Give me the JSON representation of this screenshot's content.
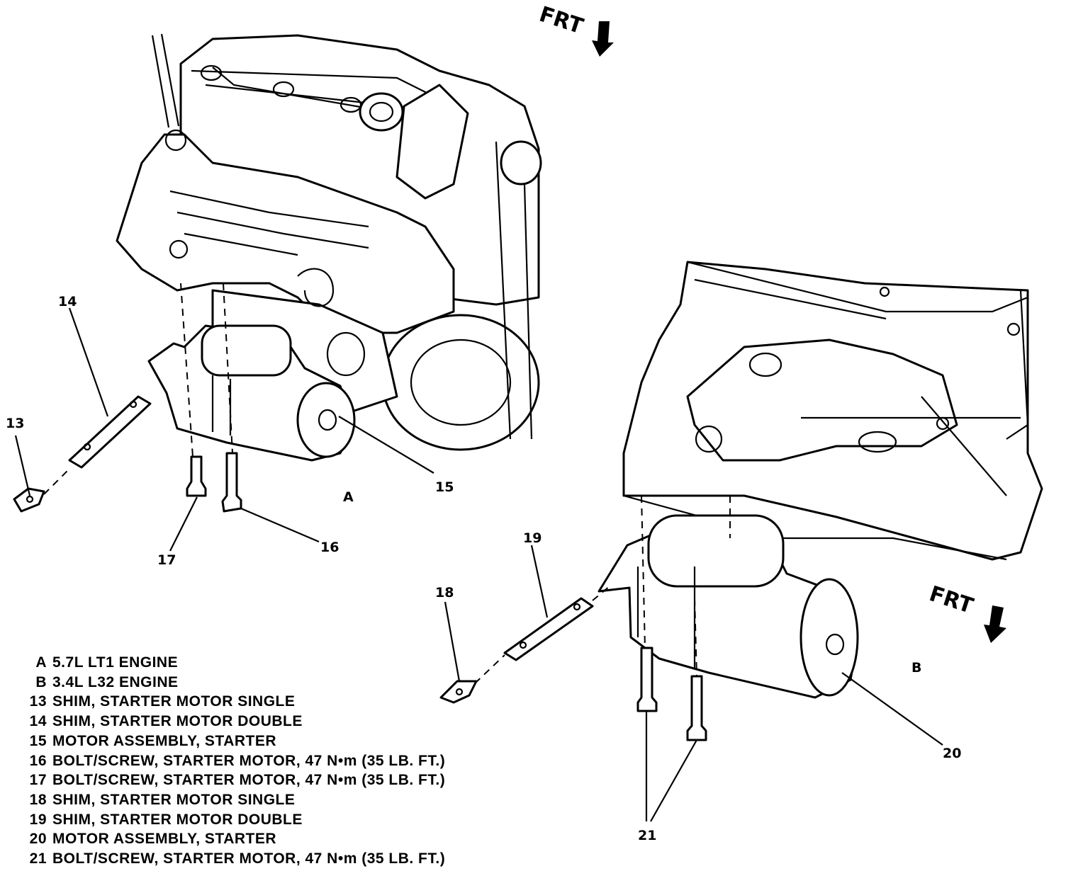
{
  "orientation": {
    "top": "FRT",
    "right": "FRT"
  },
  "views": {
    "a": "A",
    "b": "B"
  },
  "callouts": {
    "c13": "13",
    "c14": "14",
    "c15": "15",
    "c16": "16",
    "c17": "17",
    "c18": "18",
    "c19": "19",
    "c20": "20",
    "c21": "21"
  },
  "legend": [
    {
      "key": "A",
      "text": "5.7L LT1 ENGINE"
    },
    {
      "key": "B",
      "text": "3.4L L32 ENGINE"
    },
    {
      "key": "13",
      "text": "SHIM, STARTER MOTOR SINGLE"
    },
    {
      "key": "14",
      "text": "SHIM, STARTER MOTOR DOUBLE"
    },
    {
      "key": "15",
      "text": "MOTOR ASSEMBLY, STARTER"
    },
    {
      "key": "16",
      "text": "BOLT/SCREW, STARTER MOTOR, 47 N•m (35 LB. FT.)"
    },
    {
      "key": "17",
      "text": "BOLT/SCREW, STARTER MOTOR, 47 N•m (35 LB. FT.)"
    },
    {
      "key": "18",
      "text": "SHIM, STARTER MOTOR SINGLE"
    },
    {
      "key": "19",
      "text": "SHIM, STARTER MOTOR DOUBLE"
    },
    {
      "key": "20",
      "text": "MOTOR ASSEMBLY, STARTER"
    },
    {
      "key": "21",
      "text": "BOLT/SCREW, STARTER MOTOR, 47 N•m (35 LB. FT.)"
    }
  ]
}
